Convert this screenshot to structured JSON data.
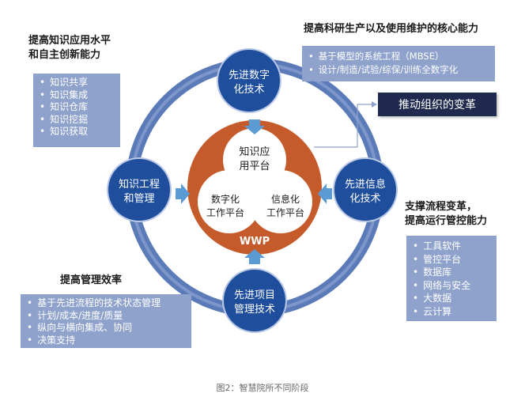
{
  "nodes": {
    "top": [
      "先进数字",
      "化技术"
    ],
    "left": [
      "知识工程",
      "和管理"
    ],
    "right": [
      "先进信息",
      "化技术"
    ],
    "bottom": [
      "先进项目",
      "管理技术"
    ]
  },
  "center": {
    "top_lobe": [
      "知识应",
      "用平台"
    ],
    "left_lobe": [
      "数字化",
      "工作平台"
    ],
    "right_lobe": [
      "信息化",
      "工作平台"
    ],
    "base_label": "WWP"
  },
  "headings": {
    "top_left": [
      "提高知识应用水平",
      "和自主创新能力"
    ],
    "top_right": "提高科研生产以及使用维护的核心能力",
    "right": [
      "支撑流程变革，",
      "提高运行管控能力"
    ],
    "bottom_left": "提高管理效率"
  },
  "boxes": {
    "knowledge": [
      "知识共享",
      "知识集成",
      "知识仓库",
      "知识挖掘",
      "知识获取"
    ],
    "digital": [
      "基于模型的系统工程（MBSE）",
      "设计/制造/试验/综保/训练全数字化"
    ],
    "it": [
      "工具软件",
      "管控平台",
      "数据库",
      "网络与安全",
      "大数据",
      "云计算"
    ],
    "management": [
      "基于先进流程的技术状态管理",
      "计划/成本/进度/质量",
      "纵向与横向集成、协同",
      "决策支持"
    ]
  },
  "callout": "推动组织的变革",
  "caption": "图2：智慧院所不同阶段",
  "colors": {
    "node_blue": "#1f4e9c",
    "ring_blue": "#5b7ab8",
    "center_orange": "#c55a2a",
    "box_blue": "#8fa2cc",
    "dark_navy": "#1f2a4e",
    "arrow_blue": "#5b9bd5"
  }
}
